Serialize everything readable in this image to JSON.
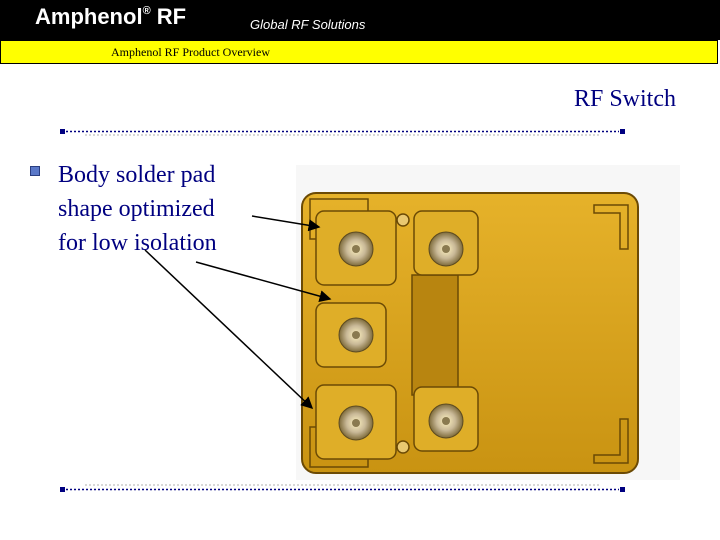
{
  "header": {
    "brand": "Amphenol",
    "brand_mark": "®",
    "brand_suffix": "RF",
    "tagline": "Global RF Solutions"
  },
  "subheader": {
    "text": "Amphenol RF Product Overview"
  },
  "slide": {
    "title": "RF Switch",
    "bullets": [
      {
        "text": "Body solder pad\nshape optimized\nfor low isolation"
      }
    ]
  },
  "colors": {
    "header_bg": "#000000",
    "subheader_bg": "#ffff00",
    "title_text": "#000080",
    "pcb_gold": "#d9a61a",
    "pcb_dark": "#6b4a05"
  }
}
